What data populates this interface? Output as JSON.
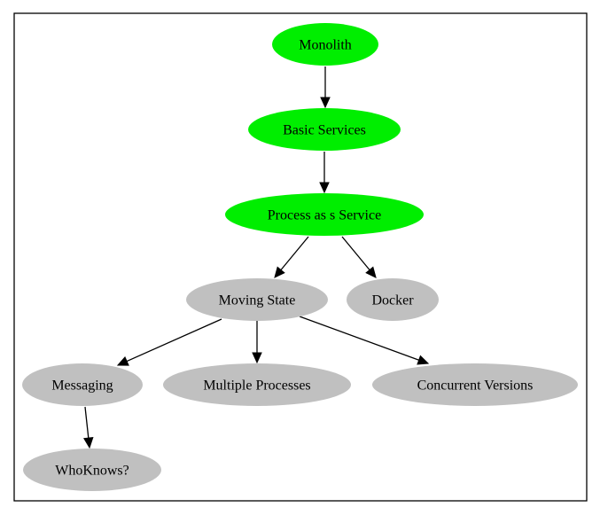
{
  "diagram": {
    "colors": {
      "active": "#00ee00",
      "inactive": "#c0c0c0",
      "edge": "#000000",
      "border": "#000000"
    },
    "nodes": [
      {
        "id": "monolith",
        "label": "Monolith",
        "status": "active"
      },
      {
        "id": "basic_services",
        "label": "Basic Services",
        "status": "active"
      },
      {
        "id": "process_service",
        "label": "Process as s Service",
        "status": "active"
      },
      {
        "id": "moving_state",
        "label": "Moving State",
        "status": "inactive"
      },
      {
        "id": "docker",
        "label": "Docker",
        "status": "inactive"
      },
      {
        "id": "messaging",
        "label": "Messaging",
        "status": "inactive"
      },
      {
        "id": "multiple_processes",
        "label": "Multiple Processes",
        "status": "inactive"
      },
      {
        "id": "concurrent_versions",
        "label": "Concurrent Versions",
        "status": "inactive"
      },
      {
        "id": "whoknows",
        "label": "WhoKnows?",
        "status": "inactive"
      }
    ],
    "edges": [
      {
        "from": "monolith",
        "to": "basic_services"
      },
      {
        "from": "basic_services",
        "to": "process_service"
      },
      {
        "from": "process_service",
        "to": "moving_state"
      },
      {
        "from": "process_service",
        "to": "docker"
      },
      {
        "from": "moving_state",
        "to": "messaging"
      },
      {
        "from": "moving_state",
        "to": "multiple_processes"
      },
      {
        "from": "moving_state",
        "to": "concurrent_versions"
      },
      {
        "from": "messaging",
        "to": "whoknows"
      }
    ]
  }
}
